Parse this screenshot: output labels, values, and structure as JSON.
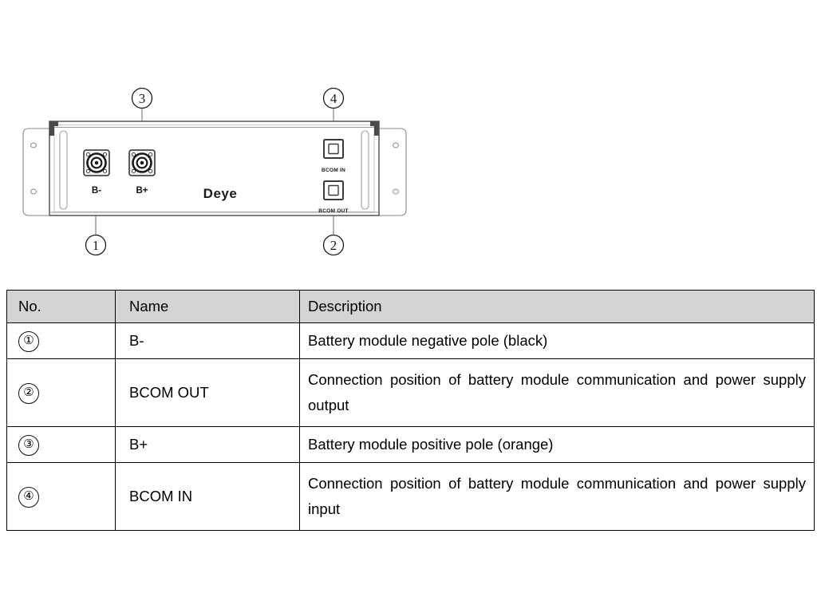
{
  "diagram": {
    "product_logo": "Deye",
    "callouts": [
      {
        "id": "callout-3",
        "number": "③",
        "label": "3",
        "position": "top-left"
      },
      {
        "id": "callout-4",
        "number": "④",
        "label": "4",
        "position": "top-right"
      },
      {
        "id": "callout-1",
        "number": "①",
        "label": "1",
        "position": "bottom-left"
      },
      {
        "id": "callout-2",
        "number": "②",
        "label": "2",
        "position": "bottom-right"
      }
    ],
    "port_labels": {
      "negative": "B-",
      "positive": "B+",
      "bcom_in": "BCOM IN",
      "bcom_out": "BCOM OUT"
    }
  },
  "table": {
    "headers": [
      "No.",
      "Name",
      "Description"
    ],
    "rows": [
      {
        "no": "①",
        "name": "B-",
        "description": "Battery module negative pole (black)"
      },
      {
        "no": "②",
        "name": "BCOM OUT",
        "description": "Connection position of battery module communication and power supply output"
      },
      {
        "no": "③",
        "name": "B+",
        "description": "Battery module positive pole (orange)"
      },
      {
        "no": "④",
        "name": "BCOM IN",
        "description": "Connection position of battery module communication and power supply input"
      }
    ]
  },
  "colors": {
    "header_bg": "#d4d4d4",
    "border": "#000000",
    "line": "#6b6b6b",
    "text": "#111111"
  }
}
